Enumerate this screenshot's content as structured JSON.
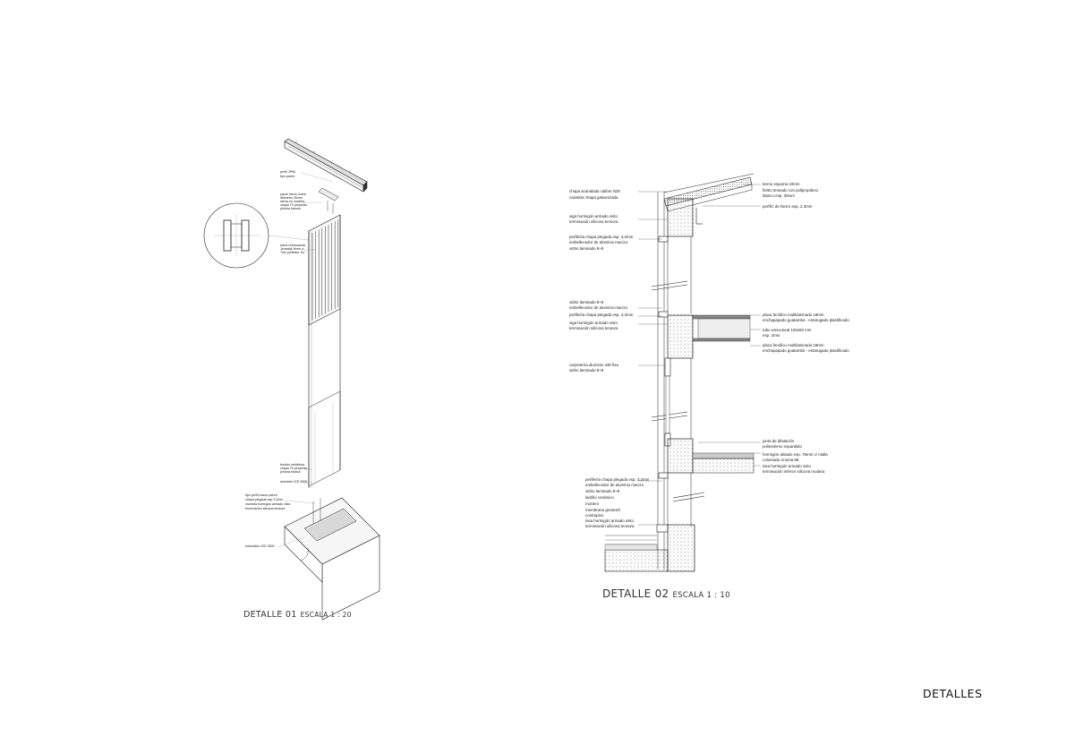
{
  "sheet_title": "DETALLES",
  "detail_01": {
    "caption": "DETALLE 01",
    "scale": "ESCALA 1 : 20",
    "notes": [
      "perfil JP60",
      "tipo pared",
      "panel hierro sobre",
      "diámetro 30mm",
      "sierra en madera",
      "chapa 70 pequeña",
      "pintura blanca",
      "barra refrescando",
      "Jenewijk 8mm v/",
      "70m poliéster UV",
      "bordes metálicos",
      "chapa 70 pequeña",
      "pintura blanca",
      "aluminio LED 3500",
      "tipo perfil hueco pared",
      "chapa plegada esp 3.2mm",
      "muestra hormigón armado visto",
      "terminación silicona tensora",
      "extendido LED 3500"
    ]
  },
  "detail_02": {
    "caption": "DETALLE 02",
    "scale": "ESCALA 1 : 10",
    "notes_left": [
      "chapa acanalada calibre N25",
      "canaleta chapa galvanizada",
      "viga hormigón armado visto",
      "terminación silicona tensora",
      "perfilería chapa plegada esp. 3,2mm",
      "embellecedor de aluminio macizo",
      "vidrio laminado 8+8",
      "vidrio laminado 8+8",
      "embellecedor de aluminio macizo",
      "perfilería chapa plegada esp. 3,2mm",
      "viga hormigón armado visto",
      "terminación silicona tensora",
      "carpintería aluminio 430 fixa",
      "vidrio laminado 8+8",
      "perfilería chapa plegada esp. 3,2mm",
      "embellecedor de aluminio macizo",
      "vidrio laminado 8+8",
      "ladrillo cerámico",
      "mortero",
      "membrana geotextil",
      "contrapiso",
      "losa hormigón armado visto",
      "terminación silicona tensora"
    ],
    "notes_right": [
      "termo espuma 10mm",
      "fieltro tensado con polipropileno",
      "blanco esp. 30mm",
      "perfilC de hierro esp. 2,3mm",
      "placa fenólico multilaminado 18mm",
      "enchapapado guatambú - entarugado plastificado",
      "tubo estructural 100x50 mm",
      "esp. 2mm",
      "placa fenólico multilaminado 18mm",
      "enchapapado guatambú - entarugado plastificado",
      "junta de dilatación",
      "poliestireno expandido",
      "hormigón alisado esp. 75mm c/ malla",
      "coloreado Anoma 88",
      "losa hormigón armado visto",
      "terminación inferior silicona modera"
    ]
  }
}
